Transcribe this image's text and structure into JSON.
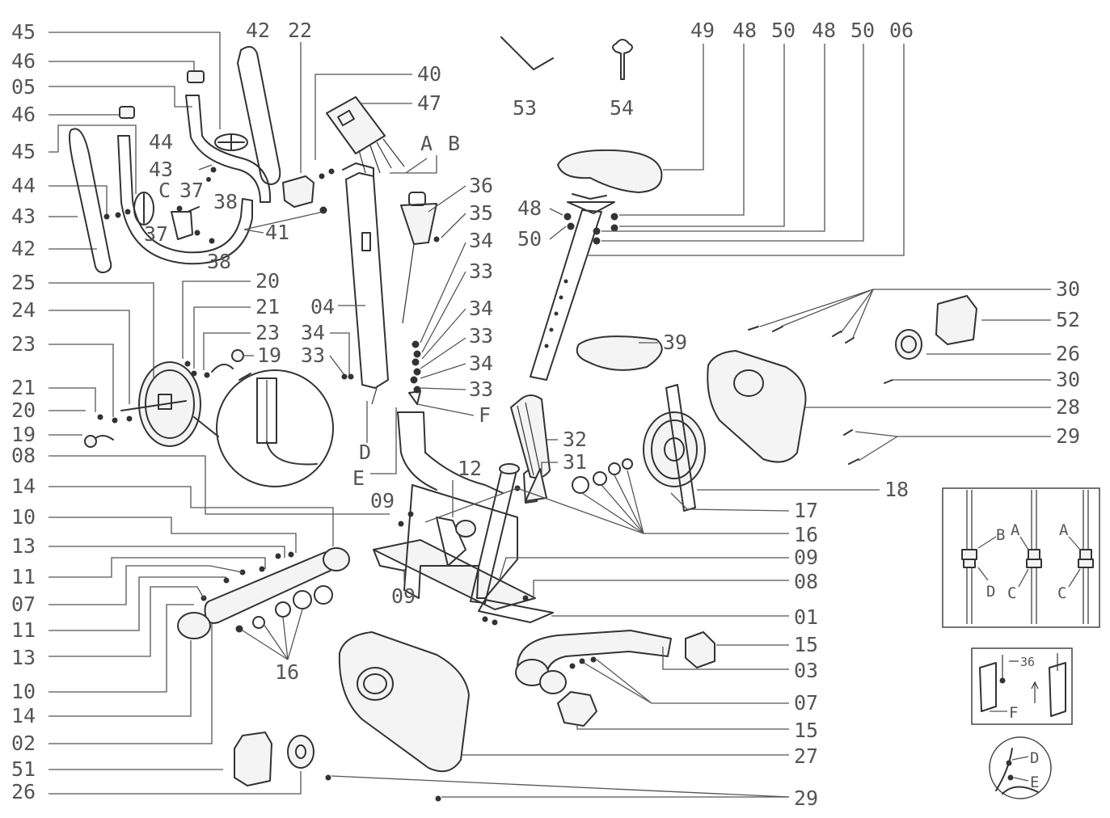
{
  "part_labels": {
    "left_col": [
      "45",
      "46",
      "05",
      "46",
      "45",
      "44",
      "43",
      "42"
    ],
    "top": [
      "42",
      "22",
      "40",
      "47",
      "44",
      "43",
      "37",
      "38",
      "37",
      "38",
      "41"
    ],
    "c_letter": "C",
    "ab": [
      "A",
      "B"
    ],
    "tools": [
      "53",
      "54"
    ],
    "seat_top": [
      "49",
      "48",
      "50",
      "48",
      "50",
      "06"
    ],
    "seat_side": [
      "48",
      "50"
    ],
    "post_right": [
      "36",
      "35",
      "34",
      "33",
      "34",
      "33",
      "34",
      "33",
      "F"
    ],
    "mid_left": [
      "04",
      "34",
      "33",
      "D",
      "E"
    ],
    "wheel_left": [
      "25",
      "24",
      "23",
      "21",
      "20",
      "19",
      "20",
      "21",
      "23",
      "19"
    ],
    "lower_left": [
      "08",
      "14",
      "10",
      "13",
      "11",
      "07",
      "11",
      "13",
      "10",
      "14",
      "02",
      "51",
      "26"
    ],
    "sixteen_lower": "16",
    "frame_area": [
      "09",
      "12",
      "09"
    ],
    "right_side": [
      "30",
      "52",
      "26",
      "30",
      "28",
      "29",
      "39",
      "32",
      "31",
      "18",
      "17",
      "16",
      "09",
      "08",
      "01",
      "15",
      "03",
      "07",
      "15",
      "27",
      "29"
    ]
  },
  "detail_1": {
    "labels": [
      "B",
      "A",
      "A",
      "D",
      "C",
      "C"
    ]
  },
  "detail_2": {
    "labels": [
      "36",
      "F"
    ]
  },
  "detail_3": {
    "labels": [
      "D",
      "E"
    ]
  }
}
